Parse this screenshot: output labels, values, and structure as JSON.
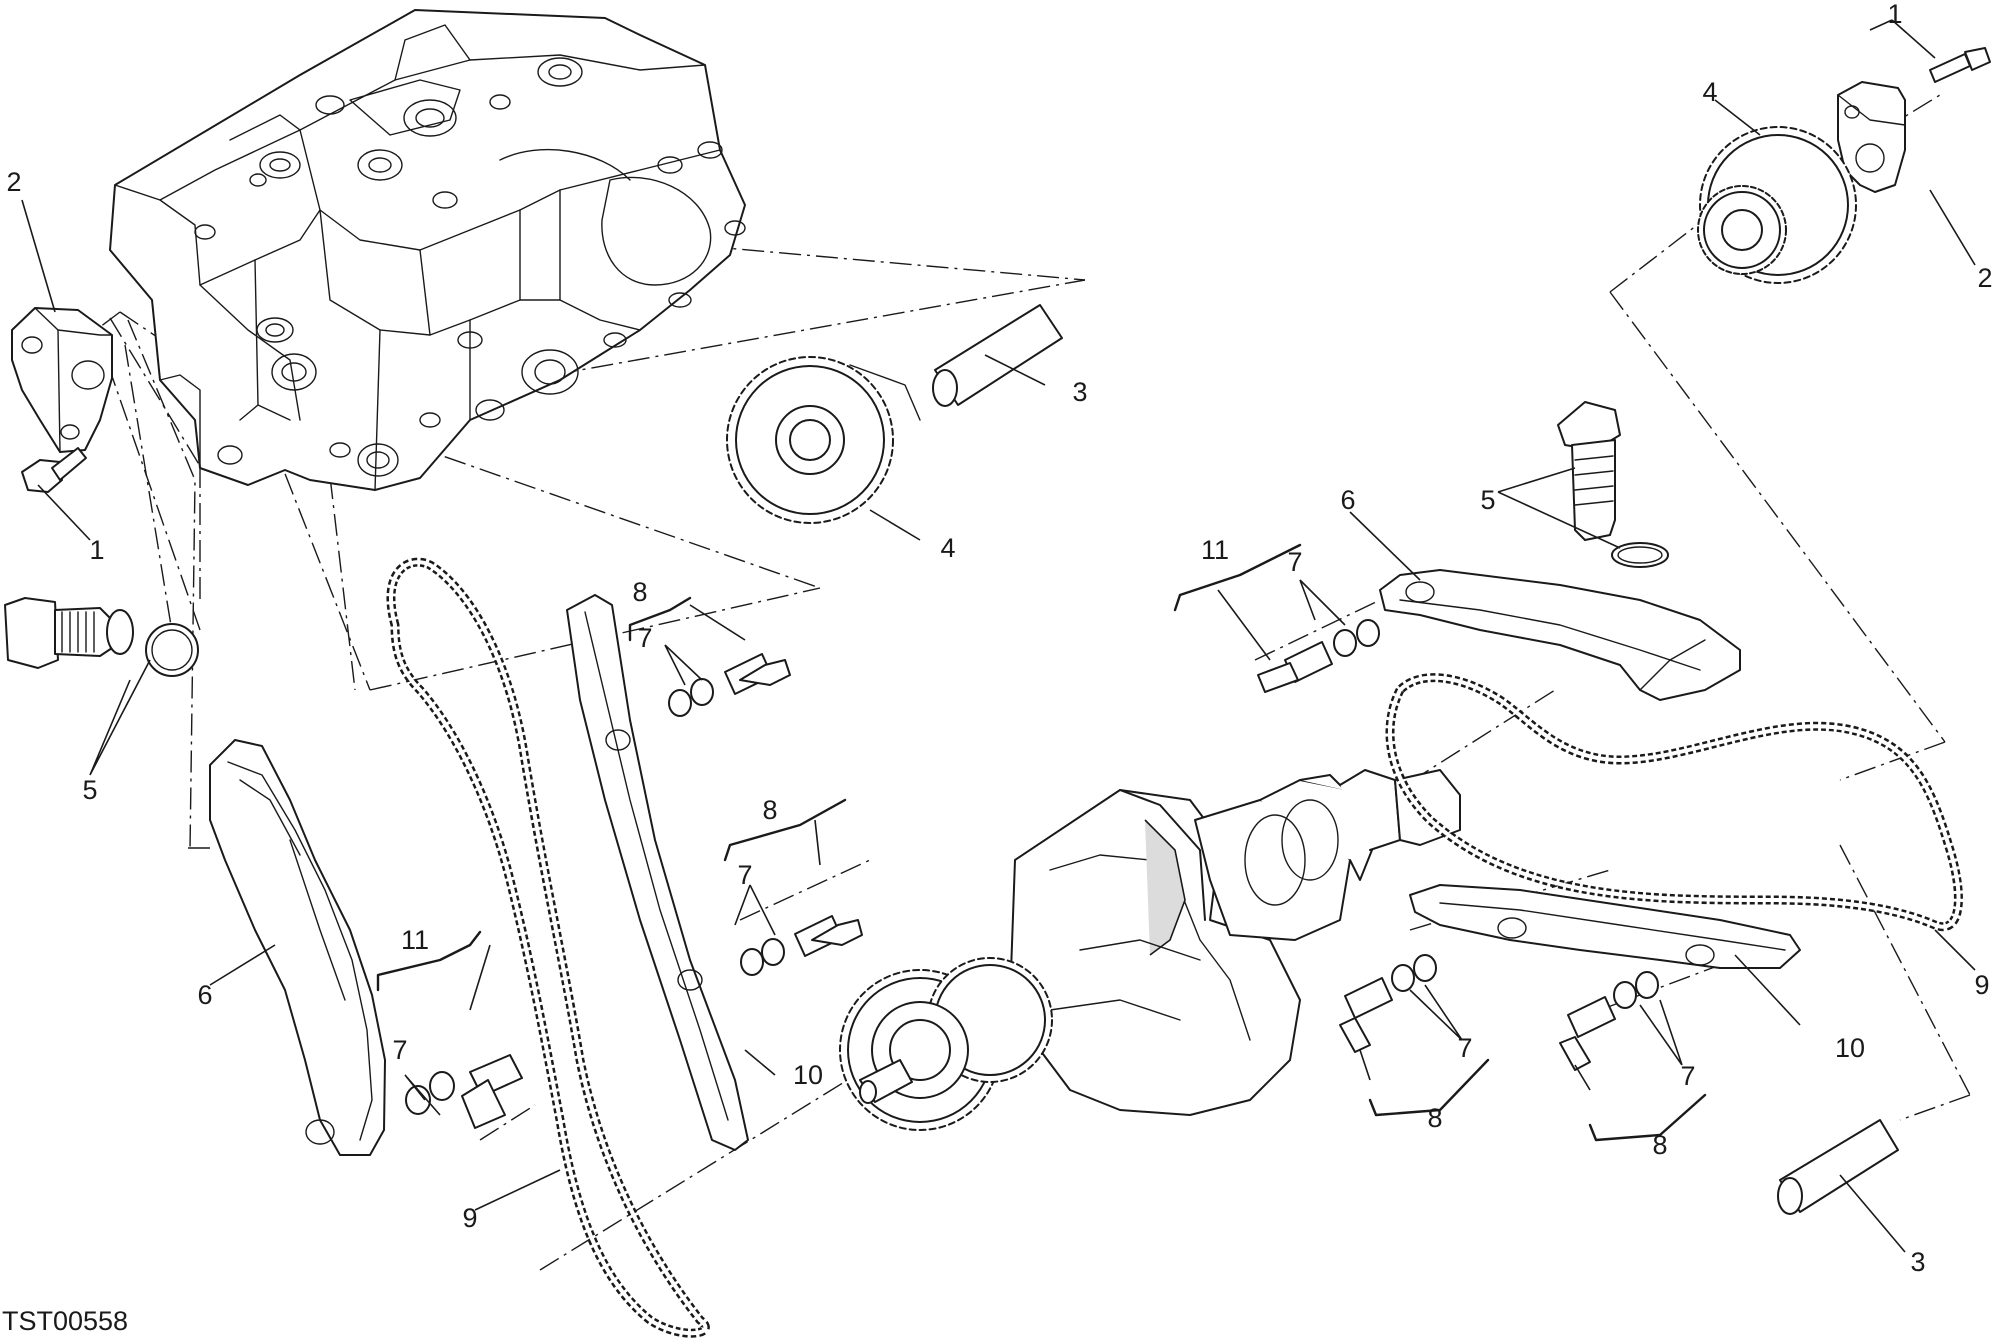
{
  "drawing_code": "TST00558",
  "callouts": {
    "c1": "1",
    "c2": "2",
    "c3": "3",
    "c4": "4",
    "c5": "5",
    "c6": "6",
    "c7": "7",
    "c8": "8",
    "c9": "9",
    "c10": "10",
    "c11": "11"
  },
  "colors": {
    "line": "#1a1a1a",
    "fill": "#ffffff",
    "shade": "#dcdcdc"
  }
}
